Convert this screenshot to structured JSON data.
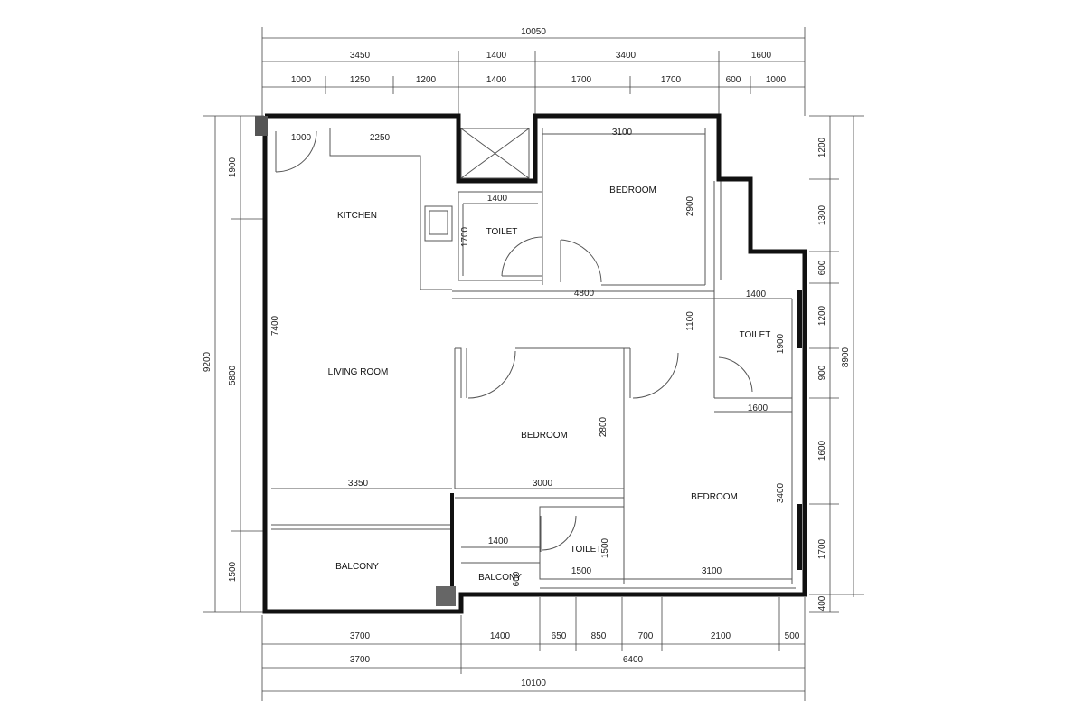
{
  "dimensions": {
    "top_total": "10050",
    "top_row1": [
      "3450",
      "1400",
      "3400",
      "1600"
    ],
    "top_row2": [
      "1000",
      "1250",
      "1200",
      "1400",
      "1700",
      "1700",
      "600",
      "1000"
    ],
    "bottom_row1": [
      "3700",
      "1400",
      "650",
      "850",
      "700",
      "2100",
      "500"
    ],
    "bottom_row2": [
      "3700",
      "6400"
    ],
    "bottom_total": "10100",
    "left_total": "9200",
    "left_parts": [
      "1900",
      "5800",
      "1500"
    ],
    "right_total": "8900",
    "right_parts": [
      "1200",
      "1300",
      "600",
      "1200",
      "900",
      "1600",
      "1700",
      "400"
    ],
    "interior": {
      "kitchen_w1": "1000",
      "kitchen_w2": "2250",
      "bedroom_top_w": "3100",
      "bedroom_top_h": "2900",
      "toilet_top_w": "1400",
      "toilet_top_h": "1700",
      "corridor_w": "4800",
      "corridor_h": "1100",
      "living_h": "7400",
      "toilet_right_w": "1400",
      "toilet_right_h": "1900",
      "toilet_right_w2": "1600",
      "bedroom_mid_h": "2800",
      "living_w": "3350",
      "bedroom_mid_w": "3000",
      "bedroom_right_h": "3400",
      "balcony_small_w": "1400",
      "balcony_small_h": "600",
      "toilet_bottom_h": "1500",
      "toilet_bottom_w": "1500",
      "bedroom_right_w": "3100"
    }
  },
  "rooms": {
    "kitchen": "KITCHEN",
    "toilet_top": "TOILET",
    "bedroom_top": "BEDROOM",
    "living_room": "LIVING ROOM",
    "toilet_right": "TOILET",
    "bedroom_mid": "BEDROOM",
    "bedroom_right": "BEDROOM",
    "balcony_large": "BALCONY",
    "balcony_small": "BALCONY",
    "toilet_bottom": "TOILET"
  }
}
